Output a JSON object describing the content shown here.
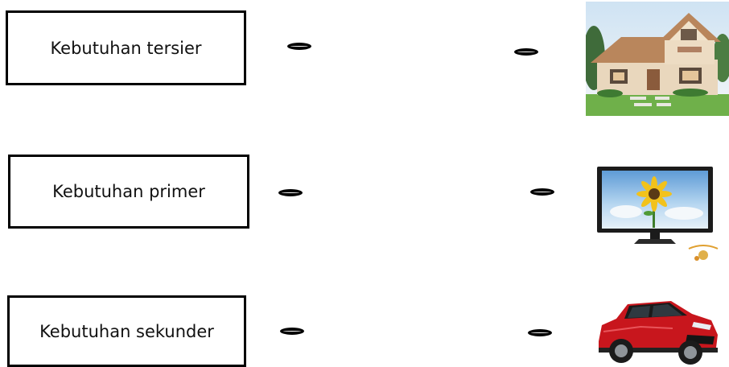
{
  "left_items": [
    {
      "id": "tersier",
      "label": "Kebutuhan tersier"
    },
    {
      "id": "primer",
      "label": "Kebutuhan primer"
    },
    {
      "id": "sekunder",
      "label": "Kebutuhan sekunder"
    }
  ],
  "right_items": [
    {
      "id": "house",
      "icon": "house-icon"
    },
    {
      "id": "tv",
      "icon": "television-icon"
    },
    {
      "id": "car",
      "icon": "car-icon"
    }
  ],
  "colors": {
    "border": "#000000",
    "car_red": "#c8161d",
    "roof": "#b9865c",
    "wall": "#e9d7bd",
    "sky": "#7db3e6",
    "grass": "#6fb04a"
  }
}
